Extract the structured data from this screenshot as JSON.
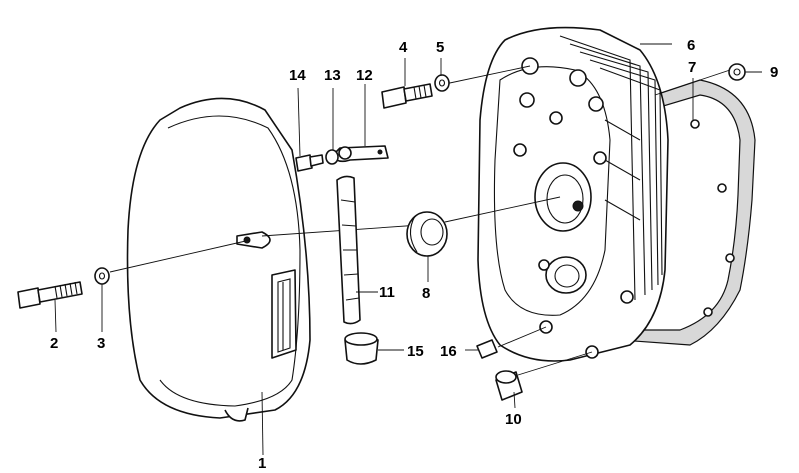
{
  "callouts": {
    "n1": "1",
    "n2": "2",
    "n3": "3",
    "n4": "4",
    "n5": "5",
    "n6": "6",
    "n7": "7",
    "n8": "8",
    "n9": "9",
    "n10": "10",
    "n11": "11",
    "n12": "12",
    "n13": "13",
    "n14": "14",
    "n15": "15",
    "n16": "16"
  }
}
